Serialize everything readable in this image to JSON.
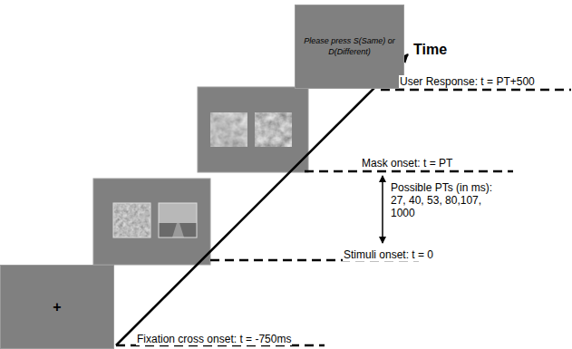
{
  "diagram": {
    "nodes": [
      {
        "text": [
          "+"
        ]
      },
      {
        "text": [
          "Please press S(Same) or D(Different)"
        ]
      }
    ],
    "labels": [
      "Time",
      "User Response: t = PT+500",
      "Mask onset: t = PT",
      "Possible PTs (in ms): 27, 40, 53, 80,107, 1000",
      "Stimuli onset: t = 0",
      "Fixation cross onset: t = -750ms"
    ]
  }
}
